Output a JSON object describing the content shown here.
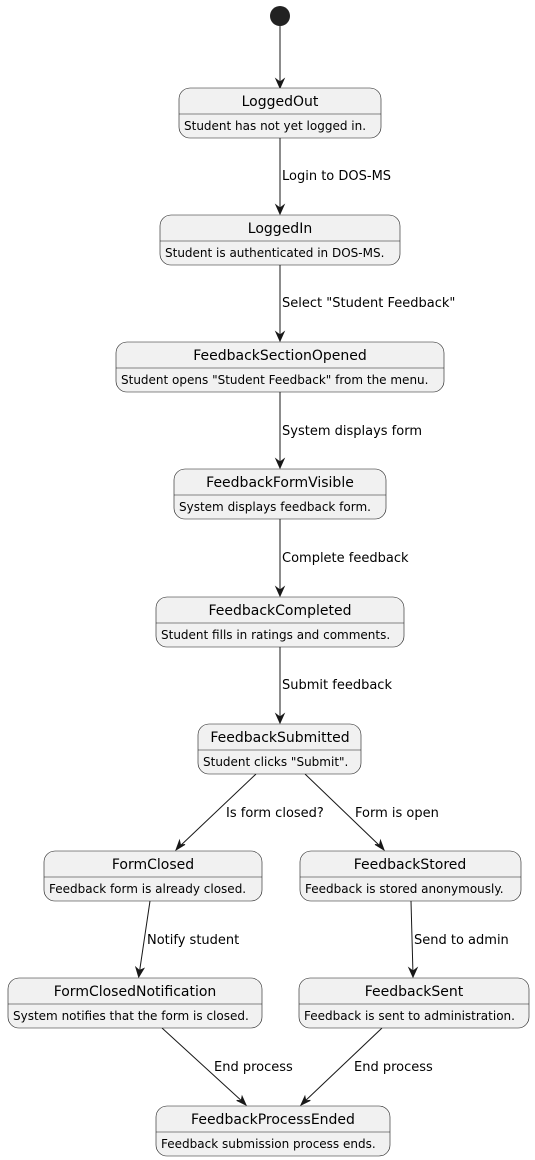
{
  "states": {
    "logged_out": {
      "name": "LoggedOut",
      "description": "Student has not yet logged in."
    },
    "logged_in": {
      "name": "LoggedIn",
      "description": "Student is authenticated in DOS-MS."
    },
    "feedback_section_opened": {
      "name": "FeedbackSectionOpened",
      "description": "Student opens \"Student Feedback\" from the menu."
    },
    "feedback_form_visible": {
      "name": "FeedbackFormVisible",
      "description": "System displays feedback form."
    },
    "feedback_completed": {
      "name": "FeedbackCompleted",
      "description": "Student fills in ratings and comments."
    },
    "feedback_submitted": {
      "name": "FeedbackSubmitted",
      "description": "Student clicks \"Submit\"."
    },
    "form_closed": {
      "name": "FormClosed",
      "description": "Feedback form is already closed."
    },
    "feedback_stored": {
      "name": "FeedbackStored",
      "description": "Feedback is stored anonymously."
    },
    "form_closed_notification": {
      "name": "FormClosedNotification",
      "description": "System notifies that the form is closed."
    },
    "feedback_sent": {
      "name": "FeedbackSent",
      "description": "Feedback is sent to administration."
    },
    "feedback_process_ended": {
      "name": "FeedbackProcessEnded",
      "description": "Feedback submission process ends."
    }
  },
  "transitions": {
    "login": "Login to DOS-MS",
    "select_feedback": "Select \"Student Feedback\"",
    "system_displays_form": "System displays form",
    "complete_feedback": "Complete feedback",
    "submit_feedback": "Submit feedback",
    "is_form_closed": "Is form closed?",
    "form_is_open": "Form is open",
    "notify_student": "Notify student",
    "send_to_admin": "Send to admin",
    "end_process_left": "End process",
    "end_process_right": "End process"
  },
  "colors": {
    "state_fill": "#f1f1f1",
    "stroke": "#181818",
    "initial_node": "#222222"
  }
}
